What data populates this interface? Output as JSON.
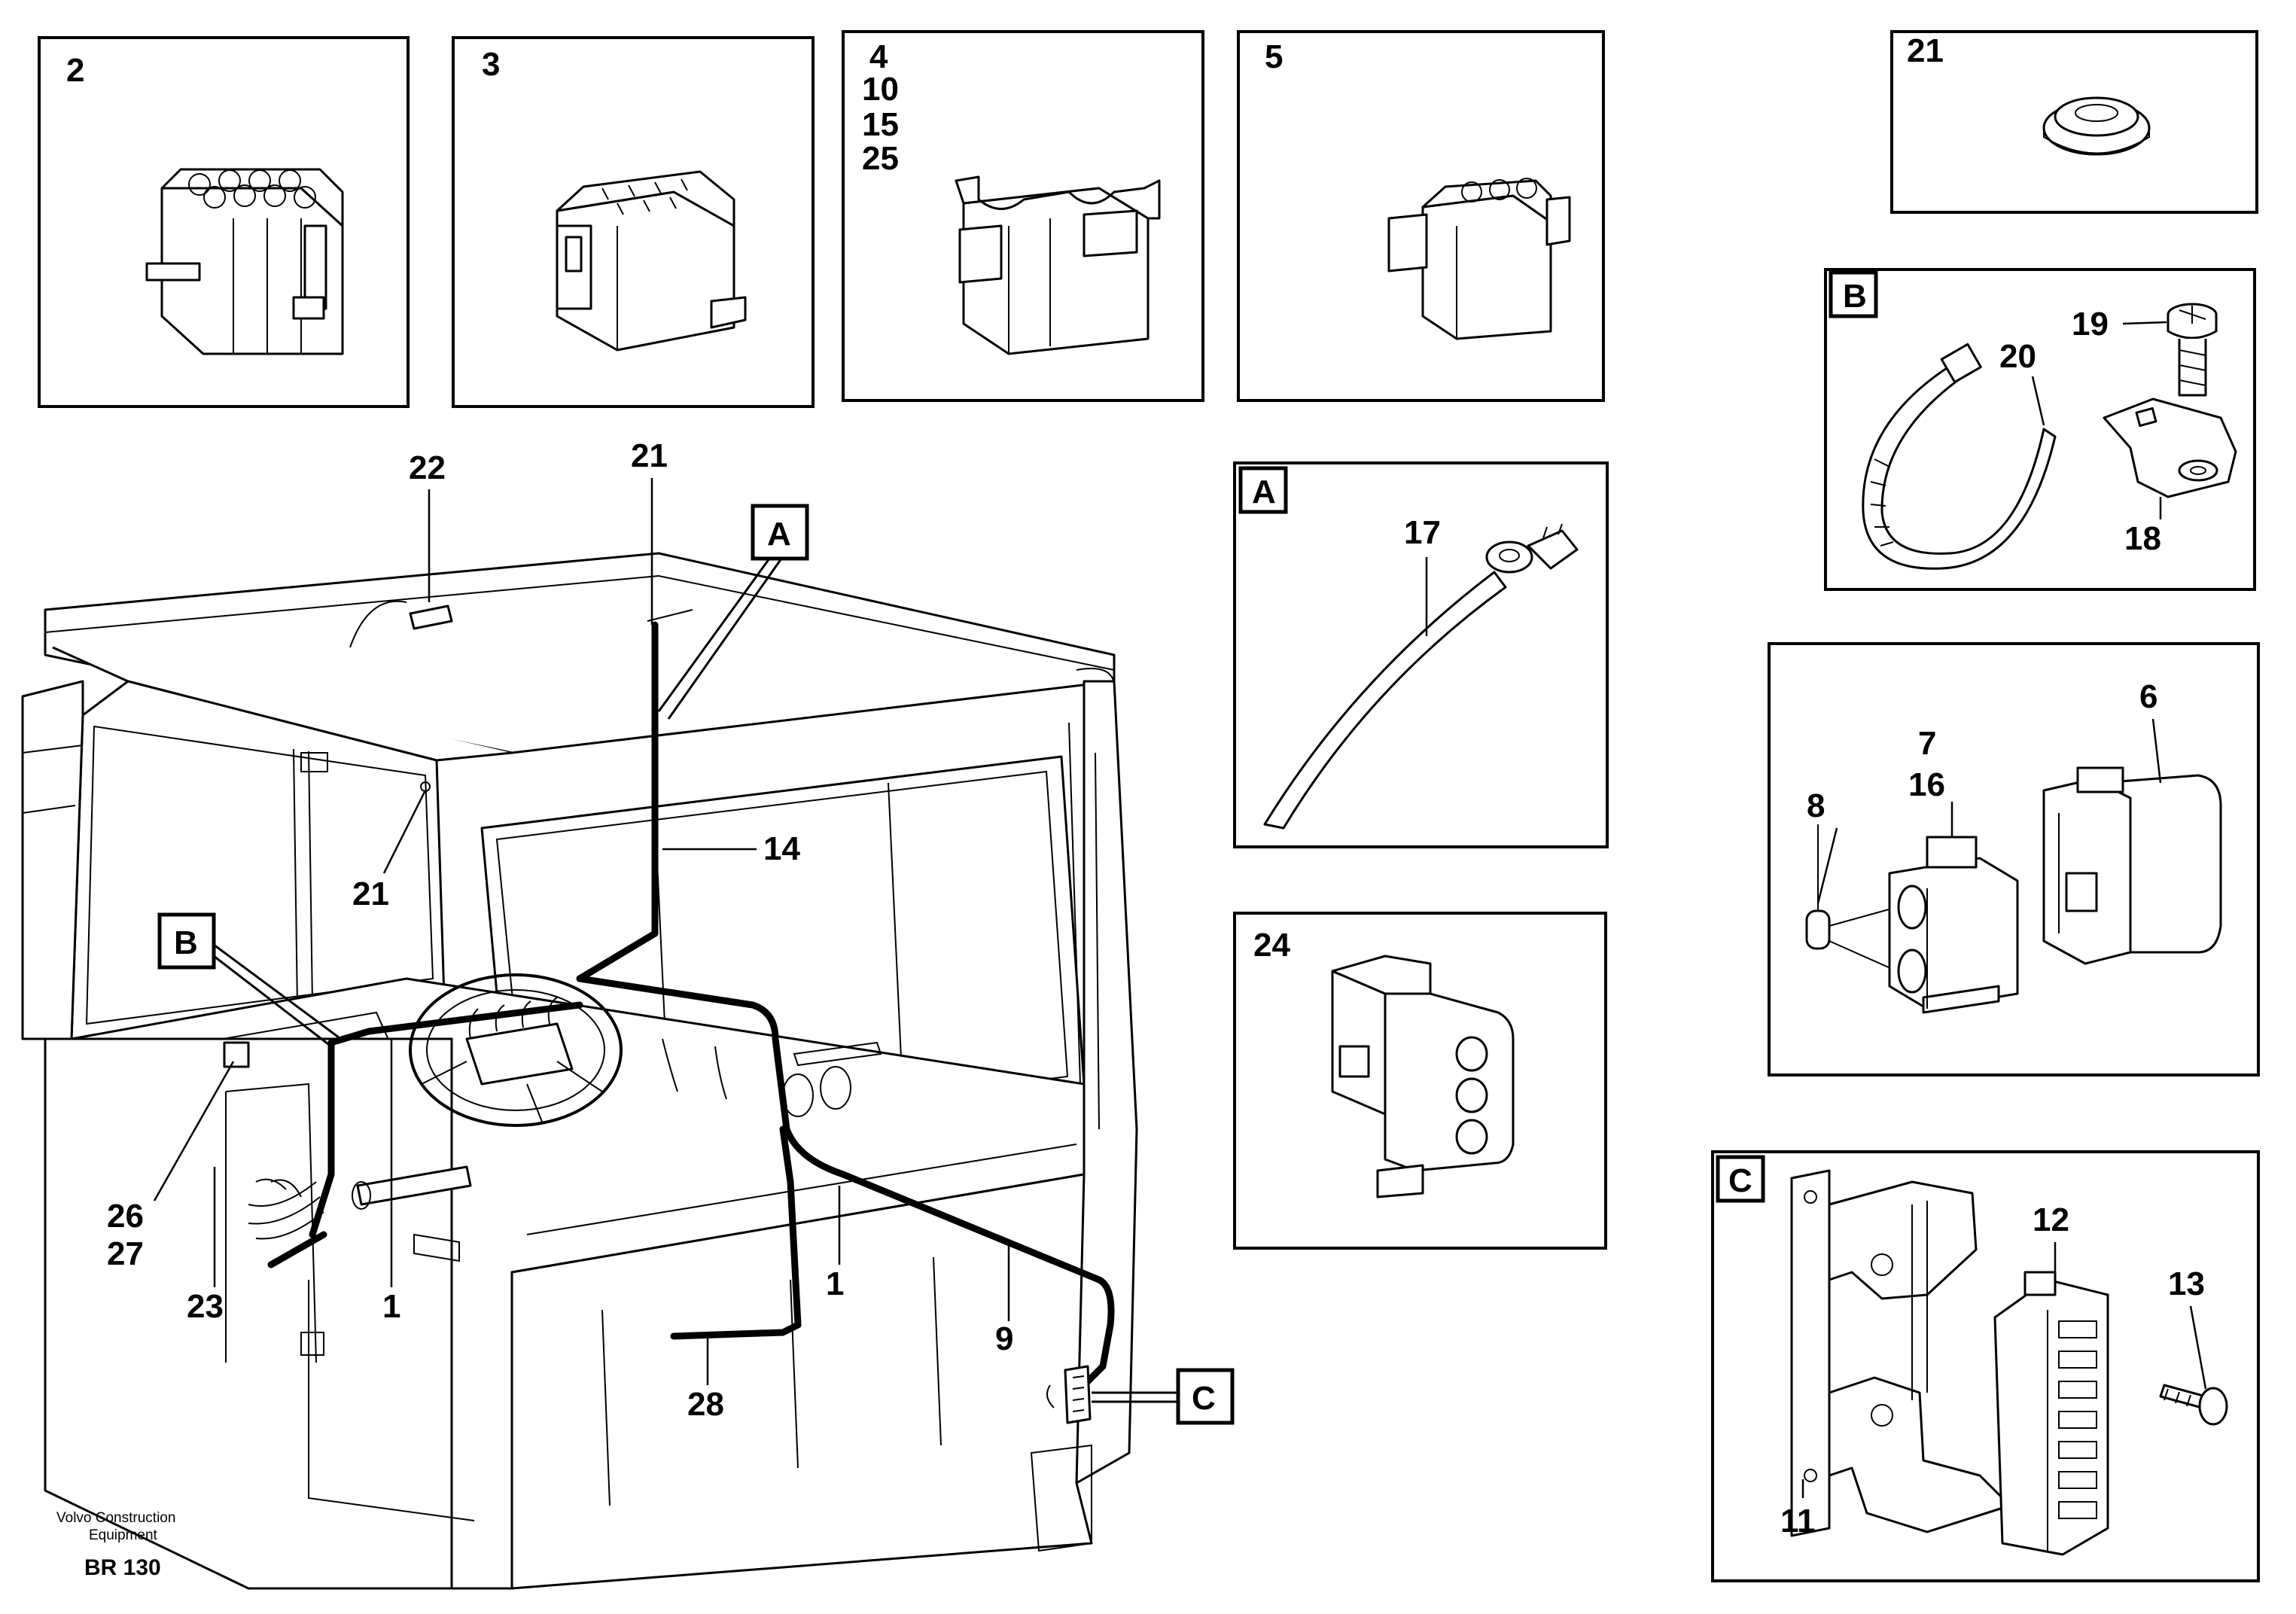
{
  "panels": {
    "p2": {
      "labels": [
        "2"
      ]
    },
    "p3": {
      "labels": [
        "3"
      ]
    },
    "p4": {
      "labels": [
        "4",
        "10",
        "15",
        "25"
      ]
    },
    "p5": {
      "labels": [
        "5"
      ]
    },
    "p21": {
      "labels": [
        "21"
      ]
    },
    "pB": {
      "callout": "B",
      "labels": [
        "19",
        "20",
        "18"
      ]
    },
    "p6": {
      "labels": [
        "6",
        "7",
        "16",
        "8"
      ]
    },
    "pA": {
      "callout": "A",
      "labels": [
        "17"
      ]
    },
    "p24": {
      "labels": [
        "24"
      ]
    },
    "pC": {
      "callout": "C",
      "labels": [
        "12",
        "13",
        "11"
      ]
    }
  },
  "main": {
    "callouts": [
      "A",
      "B",
      "C"
    ],
    "labels": [
      "22",
      "21",
      "21",
      "14",
      "26",
      "27",
      "23",
      "1",
      "1",
      "9",
      "28"
    ]
  },
  "footer": {
    "company_line1": "Volvo Construction",
    "company_line2": "Equipment",
    "code": "BR 130"
  }
}
